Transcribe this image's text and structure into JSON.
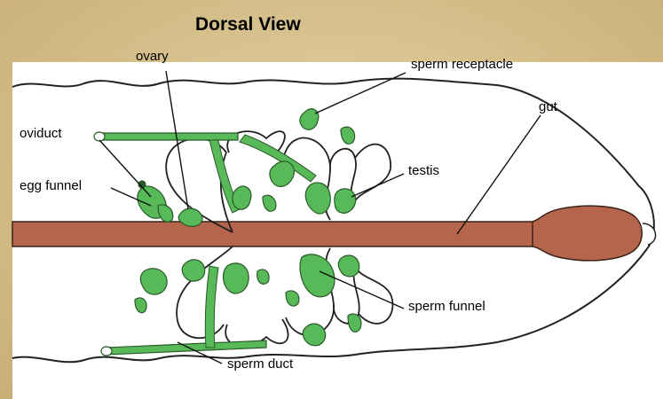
{
  "title": "Dorsal View",
  "labels": {
    "ovary": "ovary",
    "sperm_receptacle": "sperm receptacle",
    "gut": "gut",
    "oviduct": "oviduct",
    "egg_funnel": "egg funnel",
    "testis": "testis",
    "sperm_funnel": "sperm funnel",
    "sperm_duct": "sperm duct"
  },
  "colors": {
    "background": "#d8c394",
    "paper": "#ffffff",
    "organ_green": "#57b957",
    "gut_brown": "#b4654c",
    "outline": "#222222"
  }
}
